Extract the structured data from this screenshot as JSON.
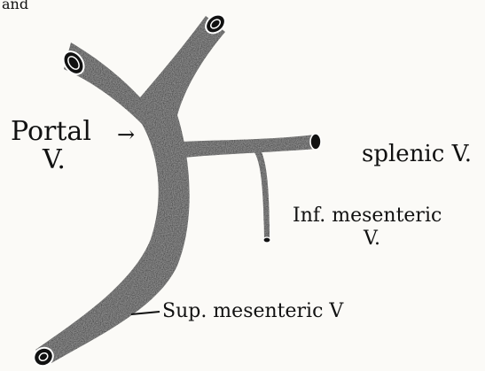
{
  "labels": {
    "partial_top": "and",
    "portal": "Portal",
    "portal_v": "V.",
    "arrow": "→",
    "splenic": "splenic V.",
    "inf_mesenteric": "Inf. mesenteric",
    "inf_mesenteric_v": "V.",
    "sup_mesenteric": "Sup. mesenteric V"
  },
  "colors": {
    "vein": "#111111",
    "paper": "#fbfaf7",
    "ink": "#111111"
  }
}
